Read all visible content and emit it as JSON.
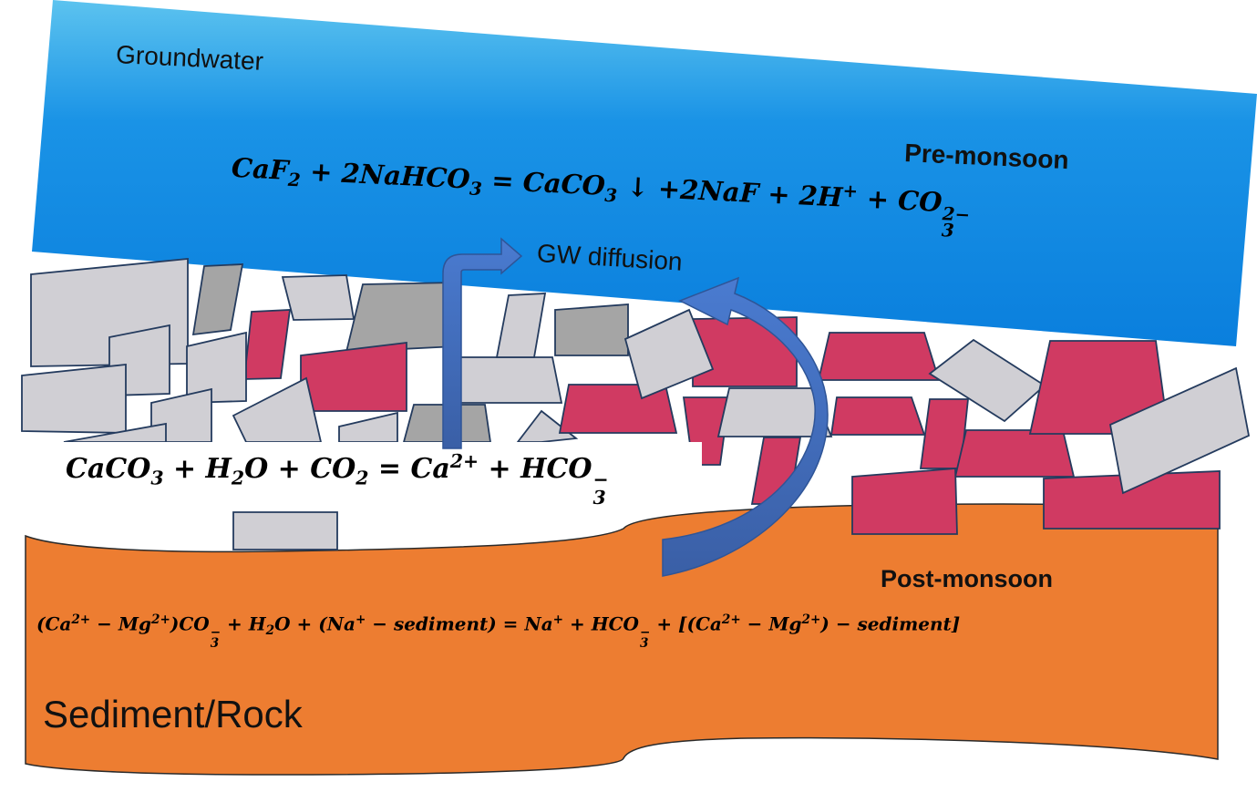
{
  "labels": {
    "groundwater": "Groundwater",
    "pre_monsoon": "Pre-monsoon",
    "gw_diffusion": "GW diffusion",
    "post_monsoon": "Post-monsoon",
    "sediment_rock": "Sediment/Rock"
  },
  "equations": {
    "pre_monsoon": {
      "t1": "CaF",
      "s1": "2",
      "t2": " + 2NaHCO",
      "s2": "3",
      "t3": " = CaCO",
      "s3": "3",
      "t4": " ↓ +2NaF + 2H",
      "p1": "+",
      "t5": " + CO",
      "p2": "2−",
      "s4": "3"
    },
    "dissolution": {
      "t1": "CaCO",
      "s1": "3",
      "t2": " + H",
      "s2": "2",
      "t3": "O + CO",
      "s3": "2",
      "t4": " = Ca",
      "p1": "2+",
      "t5": " + HCO",
      "p2": "−",
      "s4": "3"
    },
    "post_monsoon": {
      "t1": "(Ca",
      "p1": "2+",
      "t2": " − Mg",
      "p2": "2+",
      "t3": ")CO",
      "p3": "−",
      "s1": "3",
      "t4": " + H",
      "s2": "2",
      "t5": "O + (Na",
      "p4": "+",
      "t6": " − sediment) = Na",
      "p5": "+",
      "t7": " + HCO",
      "p6": "−",
      "s3": "3",
      "t8": " + [(Ca",
      "p7": "2+",
      "t9": " − Mg",
      "p8": "2+",
      "t10": ") − sediment]"
    }
  },
  "colors": {
    "groundwater_top": "#5cc3ef",
    "groundwater_bottom": "#0a7fdd",
    "sediment": "#ed7d31",
    "grain_light": "#d0cfd4",
    "grain_dark": "#a5a5a5",
    "grain_red": "#d03a62",
    "arrow": "#4472c4"
  }
}
